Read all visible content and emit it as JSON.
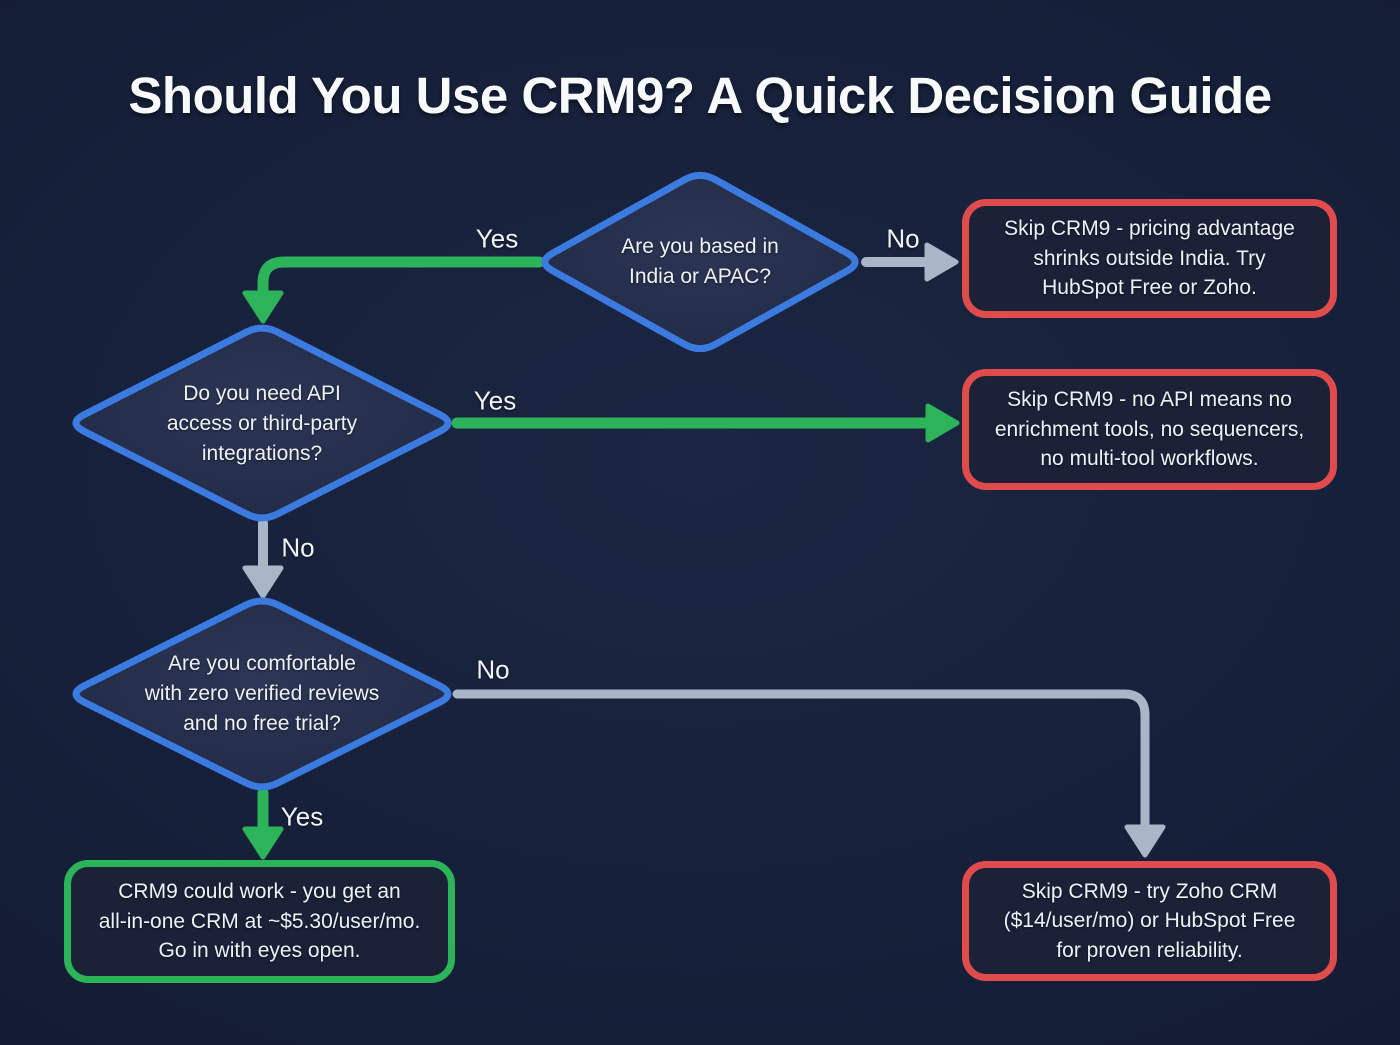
{
  "title": "Should You Use CRM9? A Quick Decision Guide",
  "colors": {
    "background": "#16203a",
    "diamond_border_blue": "#3b7be0",
    "diamond_fill": "#273150",
    "yes_arrow_green": "#2db35a",
    "no_arrow_gray": "#a9b6c8",
    "negative_outcome_red": "#e04b4b",
    "positive_outcome_green": "#2cb558",
    "outcome_fill": "#1b2238",
    "text": "#eef2f7"
  },
  "decisions": [
    {
      "id": "india-apac",
      "lines": [
        "Are you based in",
        "India or APAC?"
      ]
    },
    {
      "id": "api-access",
      "lines": [
        "Do you need API",
        "access or third-party",
        "integrations?"
      ]
    },
    {
      "id": "reviews-trial",
      "lines": [
        "Are you comfortable",
        "with zero verified reviews",
        "and no free trial?"
      ]
    }
  ],
  "outcomes": [
    {
      "id": "skip-pricing",
      "verdict": "negative",
      "lines": [
        "Skip CRM9 - pricing advantage",
        "shrinks outside India. Try",
        "HubSpot Free or Zoho."
      ]
    },
    {
      "id": "skip-api",
      "verdict": "negative",
      "lines": [
        "Skip CRM9 - no API means no",
        "enrichment tools, no sequencers,",
        "no multi-tool workflows."
      ]
    },
    {
      "id": "skip-reliability",
      "verdict": "negative",
      "lines": [
        "Skip CRM9 - try Zoho CRM",
        "($14/user/mo) or HubSpot Free",
        "for proven reliability."
      ]
    },
    {
      "id": "crm9-could-work",
      "verdict": "positive",
      "lines": [
        "CRM9 could work - you get an",
        "all-in-one CRM at ~$5.30/user/mo.",
        "Go in with eyes open."
      ]
    }
  ],
  "edge_labels": {
    "d1_yes": "Yes",
    "d1_no": "No",
    "d2_yes": "Yes",
    "d2_no": "No",
    "d3_yes": "Yes",
    "d3_no": "No"
  }
}
